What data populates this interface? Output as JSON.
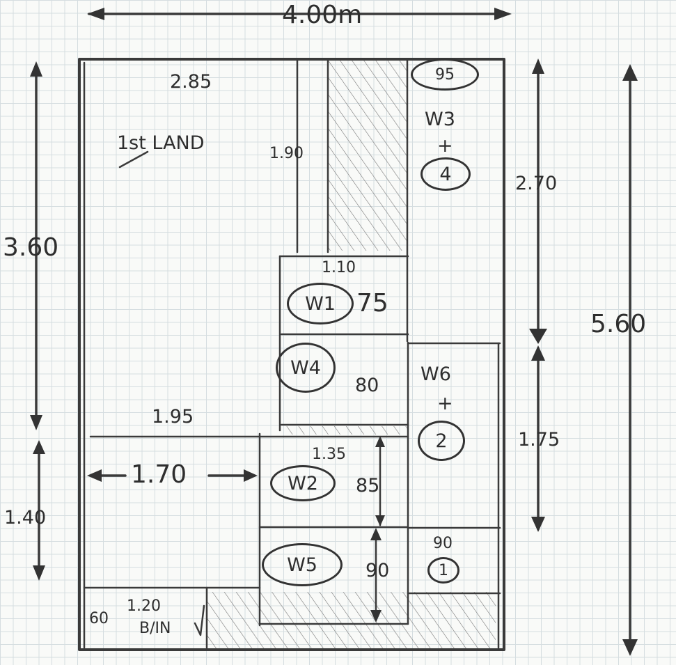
{
  "plan": {
    "overall_width": "4.00m",
    "overall_height_left": "3.60",
    "overall_height_right": "5.60",
    "height_lower_left": "1.40",
    "right_upper": "2.70",
    "right_lower": "1.75",
    "top_width": "2.85",
    "landing": "1st LAND",
    "landing_gap": "1.90",
    "width_195": "1.95",
    "width_170": "1.70",
    "bin_width": "1.20",
    "bin_label": "B/IN",
    "bin_60": "60"
  },
  "rooms": {
    "w1": {
      "label": "W1",
      "dim_top": "1.10",
      "dim_side": "75"
    },
    "w4": {
      "label": "W4",
      "dim_side": "80"
    },
    "w2": {
      "label": "W2",
      "dim_top": "1.35",
      "dim_side": "85"
    },
    "w5": {
      "label": "W5",
      "dim_side": "90"
    },
    "w3": {
      "label": "W3",
      "plus": "+",
      "circle": "4",
      "dim_top": "95"
    },
    "w6": {
      "label": "W6",
      "plus": "+",
      "circle": "2"
    },
    "s1": {
      "label": "1",
      "dim_top": "90"
    }
  }
}
